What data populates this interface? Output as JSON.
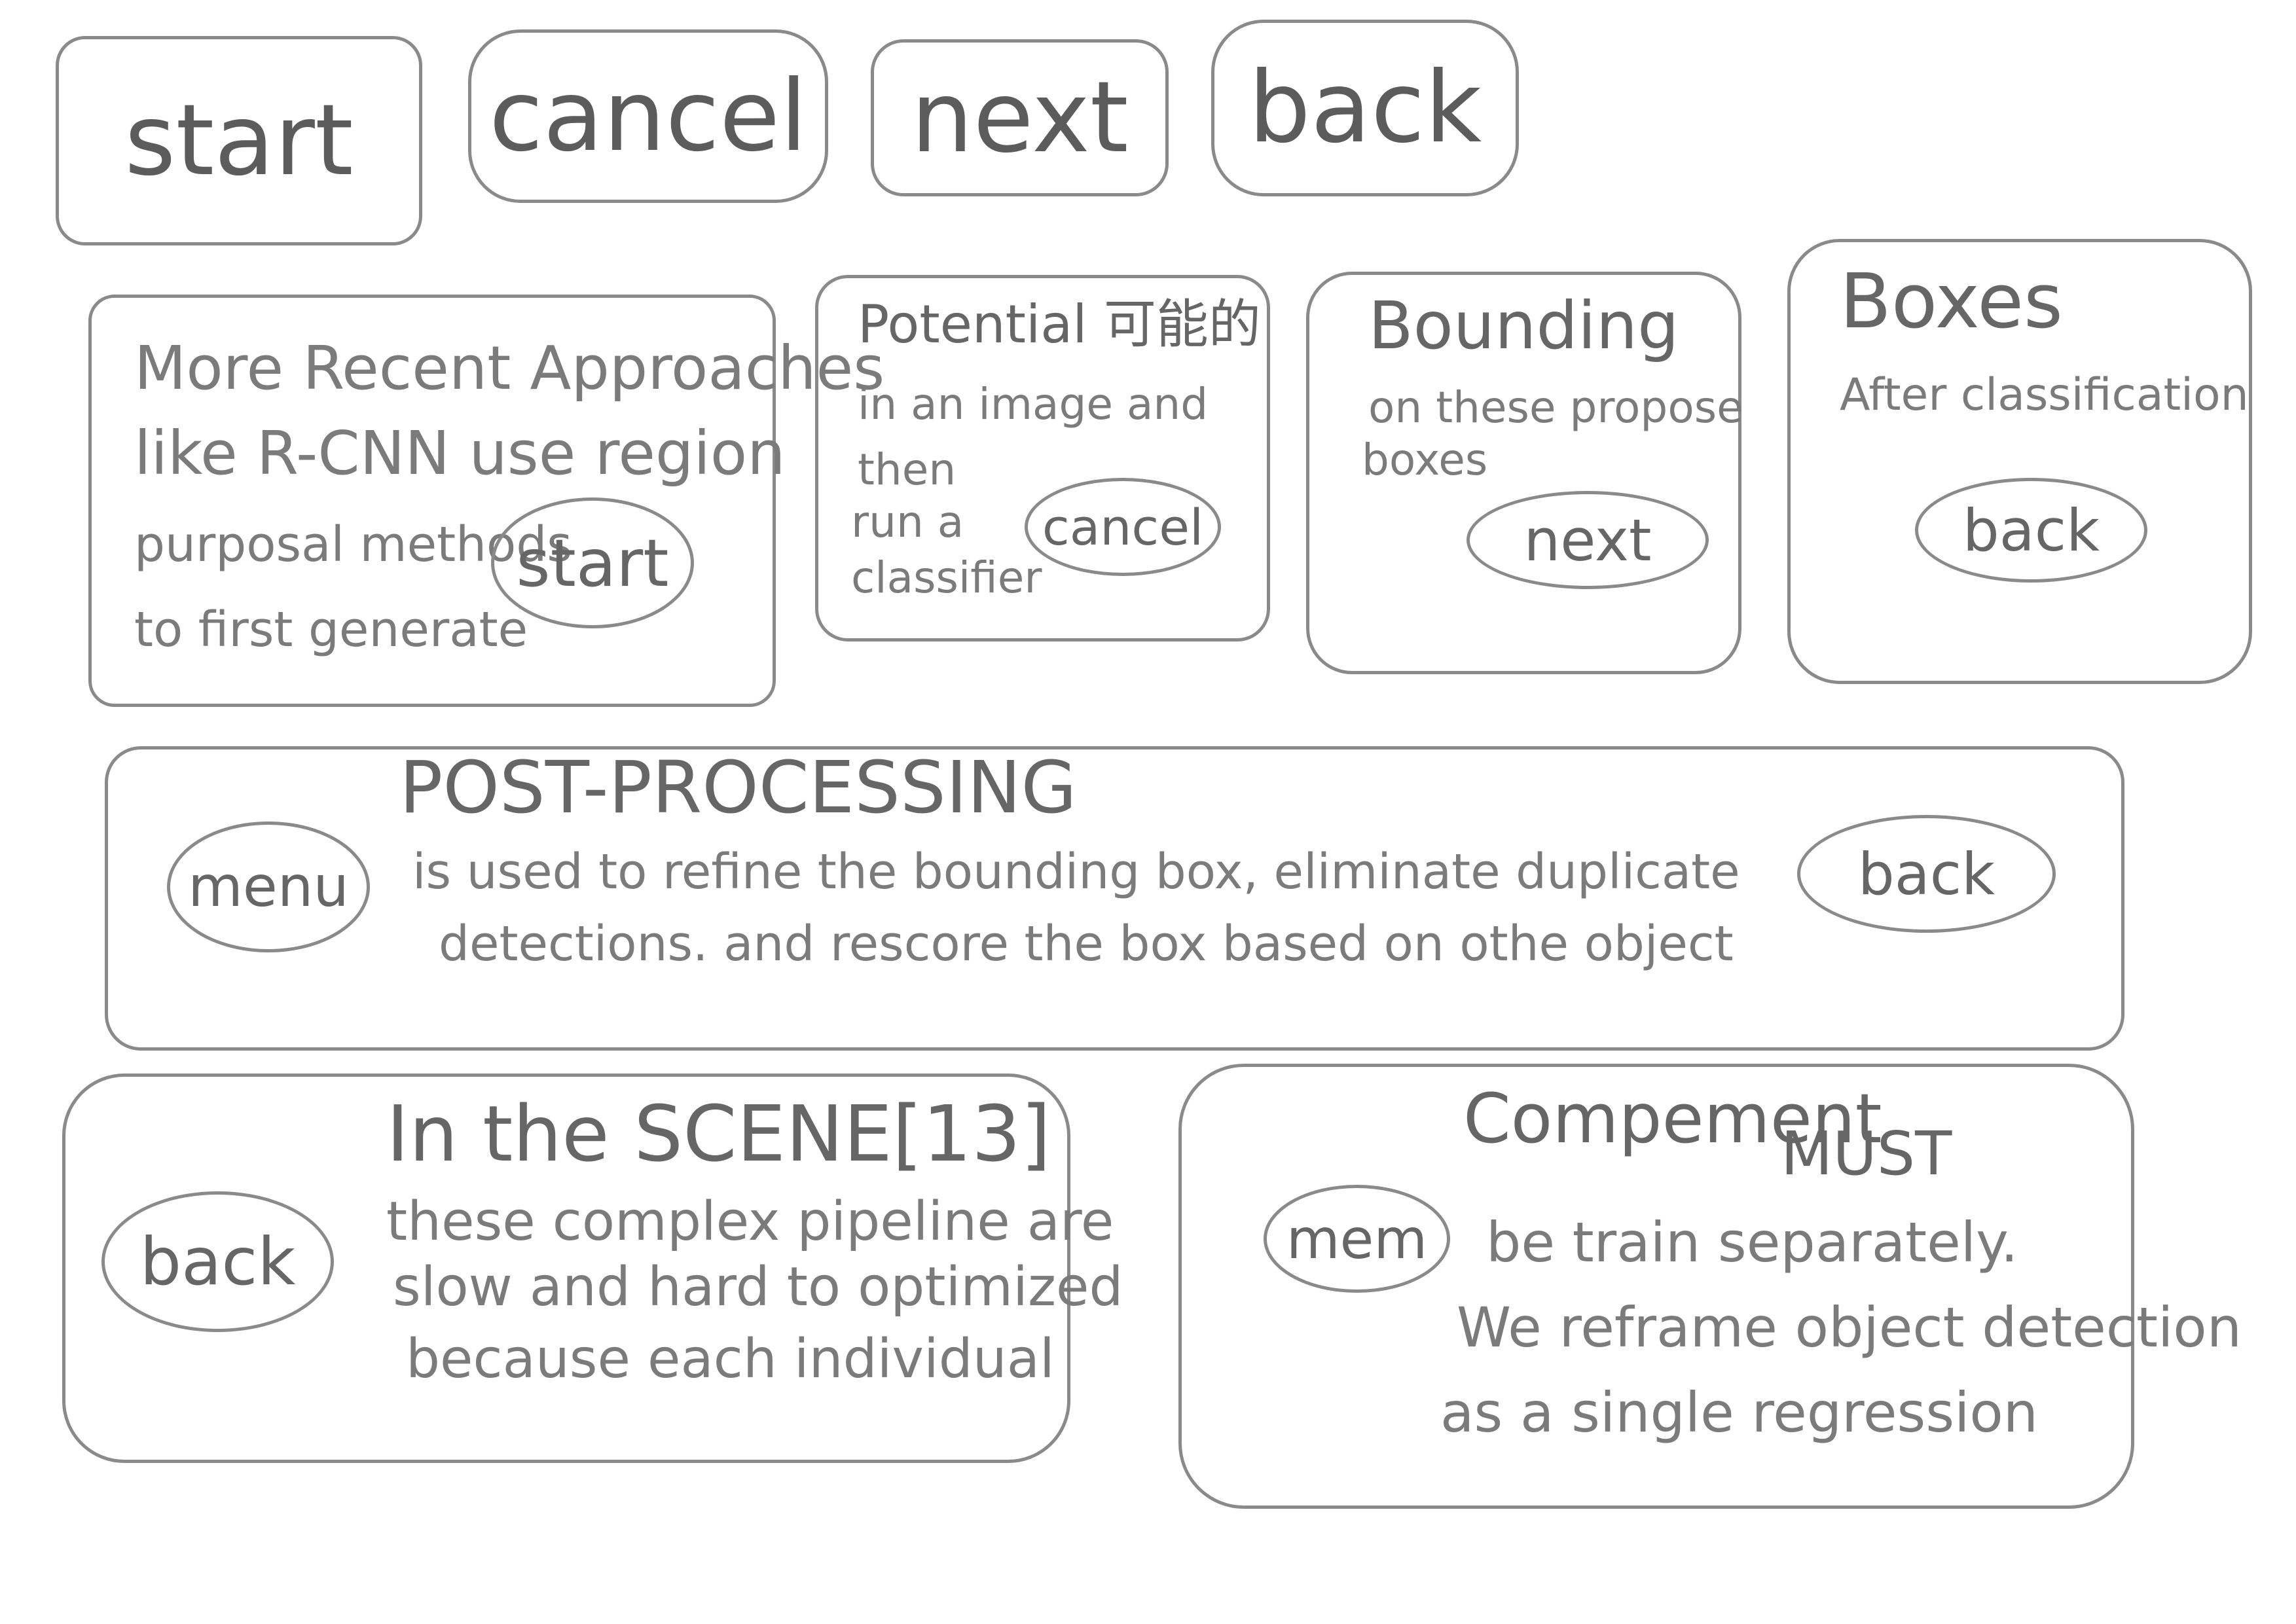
{
  "top_buttons": [
    {
      "label": "start"
    },
    {
      "label": "cancel"
    },
    {
      "label": "next"
    },
    {
      "label": "back"
    }
  ],
  "cards": [
    {
      "lines": [
        "More Recent Approaches",
        "like R-CNN use region",
        "purposal methods",
        "to first generate"
      ],
      "button": "start"
    },
    {
      "title": "Potential 可能的",
      "lines": [
        "in an image and",
        "then",
        "run a",
        "classifier"
      ],
      "button": "cancel"
    },
    {
      "title": "Bounding",
      "lines": [
        "on these propose",
        "boxes"
      ],
      "button": "next"
    },
    {
      "title": "Boxes",
      "lines": [
        "After classification"
      ],
      "button": "back"
    }
  ],
  "post_processing": {
    "title": "POST-PROCESSING",
    "lines": [
      "is used to refine the bounding box, eliminate duplicate",
      "detections. and rescore the box based on othe object"
    ],
    "left_button": "menu",
    "right_button": "back"
  },
  "scene_card": {
    "title": "In the SCENE[13]",
    "lines": [
      "these complex pipeline are",
      "slow and hard to optimized",
      "because each individual"
    ],
    "button": "back"
  },
  "component_card": {
    "title": "Compement",
    "title2": "MUST",
    "lines": [
      "be train separately.",
      "We reframe object detection",
      "as a single regression"
    ],
    "button": "mem"
  }
}
